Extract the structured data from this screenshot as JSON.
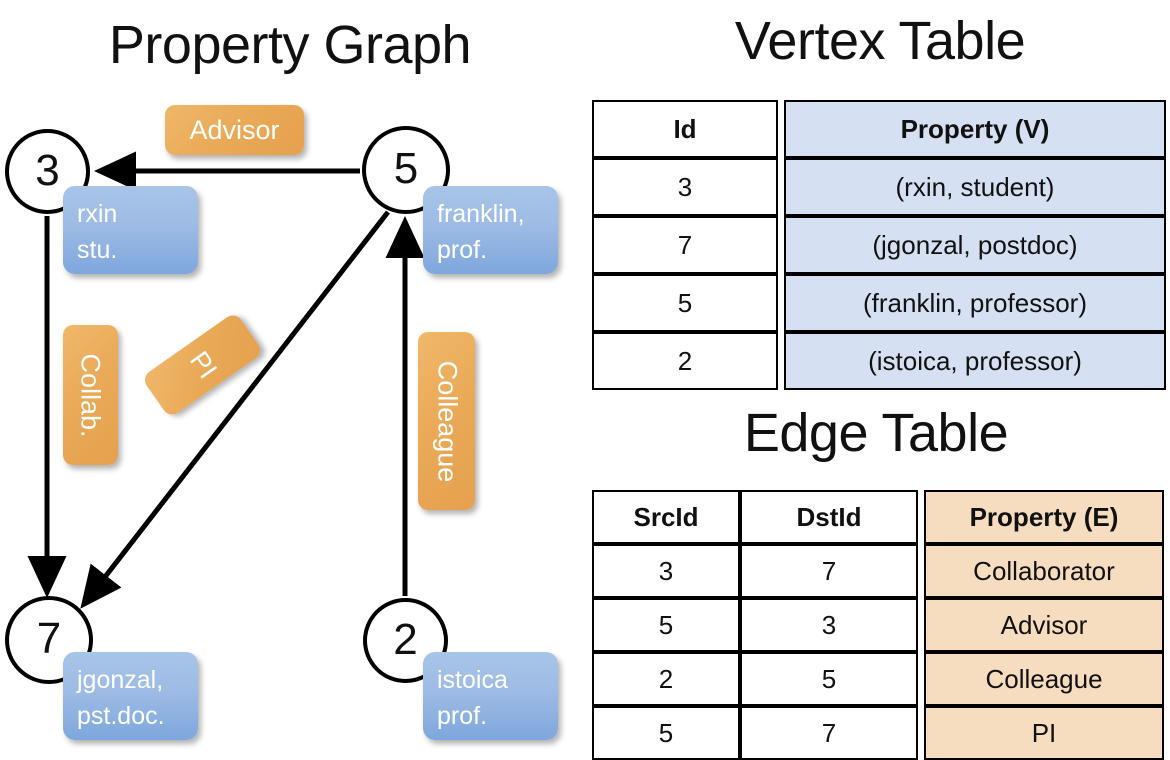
{
  "titles": {
    "property_graph": "Property Graph",
    "vertex_table": "Vertex Table",
    "edge_table": "Edge Table"
  },
  "graph": {
    "vertices": [
      {
        "id": "3",
        "property_lines": [
          "rxin",
          "stu."
        ]
      },
      {
        "id": "5",
        "property_lines": [
          "franklin,",
          "prof."
        ]
      },
      {
        "id": "7",
        "property_lines": [
          "jgonzal,",
          "pst.doc."
        ]
      },
      {
        "id": "2",
        "property_lines": [
          "istoica",
          "prof."
        ]
      }
    ],
    "edge_labels": [
      {
        "text": "Advisor",
        "orientation": "horizontal"
      },
      {
        "text": "Collab.",
        "orientation": "vertical"
      },
      {
        "text": "PI",
        "orientation": "diagonal"
      },
      {
        "text": "Colleague",
        "orientation": "vertical"
      }
    ]
  },
  "vertex_table": {
    "headers": [
      "Id",
      "Property (V)"
    ],
    "rows": [
      {
        "id": "3",
        "property": "(rxin, student)"
      },
      {
        "id": "7",
        "property": "(jgonzal, postdoc)"
      },
      {
        "id": "5",
        "property": "(franklin, professor)"
      },
      {
        "id": "2",
        "property": "(istoica, professor)"
      }
    ]
  },
  "edge_table": {
    "headers": [
      "SrcId",
      "DstId",
      "Property (E)"
    ],
    "rows": [
      {
        "src": "3",
        "dst": "7",
        "property": "Collaborator"
      },
      {
        "src": "5",
        "dst": "3",
        "property": "Advisor"
      },
      {
        "src": "2",
        "dst": "5",
        "property": "Colleague"
      },
      {
        "src": "5",
        "dst": "7",
        "property": "PI"
      }
    ]
  },
  "colors": {
    "vertex_property_blue": "#8fb3e0",
    "edge_label_orange": "#e9a957",
    "vertex_table_highlight": "#d5e0f2",
    "edge_table_highlight": "#f7ddbf",
    "stroke": "#000000"
  }
}
